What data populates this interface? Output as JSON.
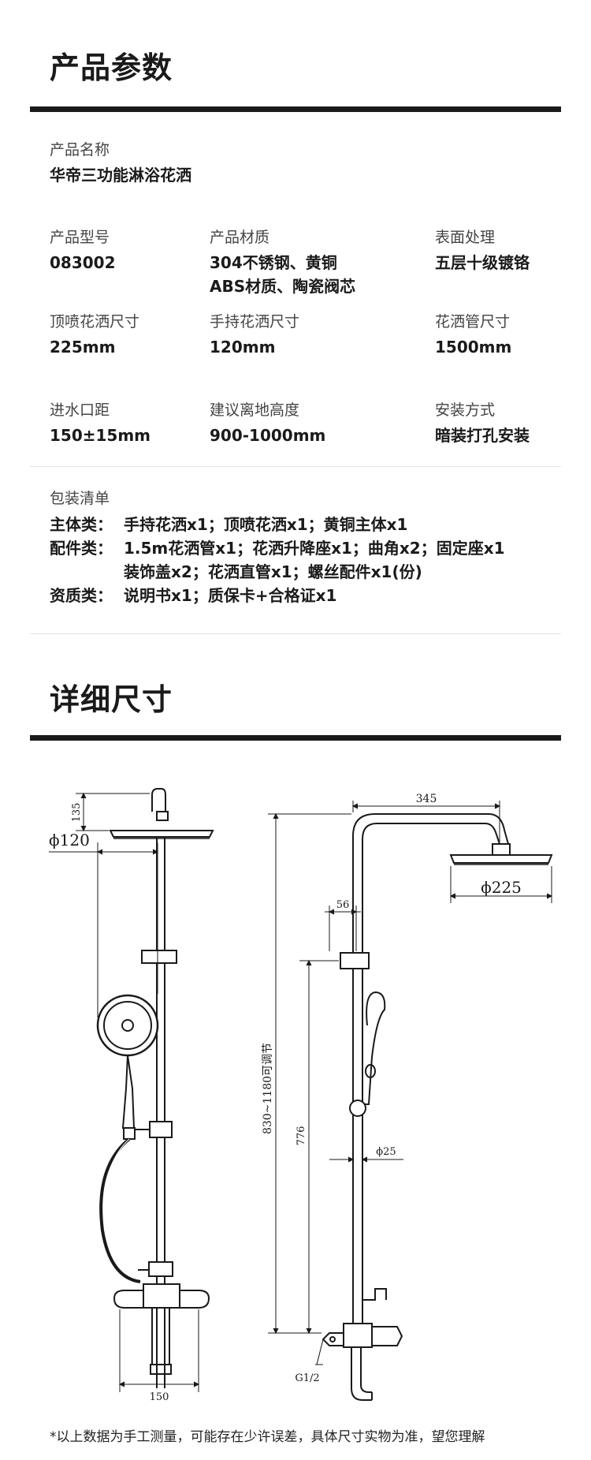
{
  "params": {
    "title": "产品参数",
    "product_name": {
      "label": "产品名称",
      "value": "华帝三功能淋浴花洒"
    },
    "model": {
      "label": "产品型号",
      "value": "083002"
    },
    "material": {
      "label": "产品材质",
      "value_line1": "304不锈钢、黄铜",
      "value_line2": "ABS材质、陶瓷阀芯"
    },
    "surface": {
      "label": "表面处理",
      "value": "五层十级镀铬"
    },
    "top_spray_size": {
      "label": "顶喷花洒尺寸",
      "value": "225mm"
    },
    "hand_shower_size": {
      "label": "手持花洒尺寸",
      "value": "120mm"
    },
    "hose_size": {
      "label": "花洒管尺寸",
      "value": "1500mm"
    },
    "inlet_distance": {
      "label": "进水口距",
      "value": "150±15mm"
    },
    "install_height": {
      "label": "建议离地高度",
      "value": "900-1000mm"
    },
    "install_method": {
      "label": "安装方式",
      "value": "暗装打孔安装"
    }
  },
  "packing": {
    "label": "包装清单",
    "rows": [
      {
        "category": "主体类：",
        "items": "手持花洒x1；顶喷花洒x1；黄铜主体x1"
      },
      {
        "category": "配件类：",
        "items": "1.5m花洒管x1；花洒升降座x1；曲角x2；固定座x1"
      },
      {
        "category": "",
        "items": "装饰盖x2；花洒直管x1；螺丝配件x1(份)"
      },
      {
        "category": "资质类：",
        "items": "说明书x1；质保卡+合格证x1"
      }
    ]
  },
  "dimensions": {
    "title": "详细尺寸",
    "labels": {
      "d135": "135",
      "d120": "ϕ120",
      "d150": "150",
      "d345": "345",
      "d225": "ϕ225",
      "d56": "56",
      "d830": "830~1180可调节",
      "d776": "776",
      "d25": "ϕ25",
      "dg": "G1/2"
    }
  },
  "footnote": "*以上数据为手工测量，可能存在少许误差，具体尺寸实物为准，望您理解"
}
